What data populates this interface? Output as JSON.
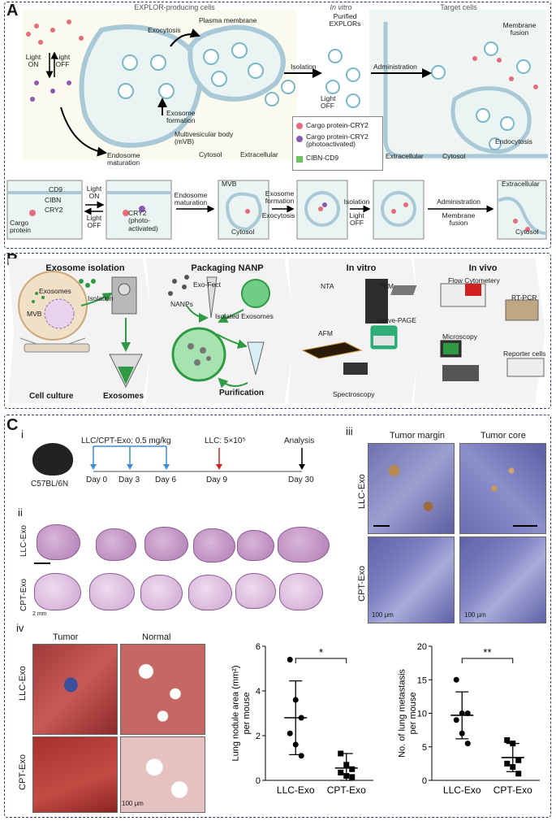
{
  "panels": {
    "a": "A",
    "b": "B",
    "c": "C"
  },
  "panel_a": {
    "header_producing": "EXPLOR-producing cells",
    "header_invitro": "In vitro",
    "header_target": "Target cells",
    "light_on": "Light ON",
    "light_off": "Light OFF",
    "plasma_membrane": "Plasma membrane",
    "exocytosis": "Exocytosis",
    "exosome_formation": "Exosome formation",
    "endosome_maturation": "Endosome maturation",
    "mvb": "Multivesicular body (mVB)",
    "cytosol_left": "Cytosol",
    "extracellular_left": "Extracellular",
    "isolation": "Isolation",
    "purified": "Purified EXPLORs",
    "light_off_2": "Light OFF",
    "administration": "Administration",
    "membrane_fusion": "Membrane fusion",
    "endocytosis": "Endocytosis",
    "extracellular_right": "Extracellular",
    "cytosol_right": "Cytosol",
    "legend": [
      "Cargo protein-CRY2",
      "Cargo protein-CRY2 (photoactivated)",
      "CIBN-CD9"
    ],
    "bottom_row": {
      "cd9": "CD9",
      "cibn": "CIBN",
      "cry2": "CRY2",
      "cargo": "Cargo protein",
      "light_on": "Light ON",
      "light_off": "Light OFF",
      "cry2_photo": "CRY2 (photo- activated)",
      "endosome_maturation": "Endosome maturation",
      "mvb": "MVB",
      "cytosol": "Cytosol",
      "exosome_formation": "Exosome formation",
      "exocytosis": "Exocytosis",
      "isolation": "Isolation",
      "light_off_2": "Light OFF",
      "administration": "Administration",
      "membrane_fusion": "Membrane fusion",
      "extracellular": "Extracellular",
      "cytosol_2": "Cytosol"
    }
  },
  "panel_b": {
    "sections": [
      {
        "title": "Exosome isolation"
      },
      {
        "title": "Packaging NANP"
      },
      {
        "title": "In vitro"
      },
      {
        "title": "In vivo"
      }
    ],
    "exosomes": "Exosomes",
    "isolation": "Isolation",
    "mvb": "MVB",
    "cell_culture": "Cell culture",
    "exosomes_bottom": "Exosomes",
    "exofect": "Exo-Fect",
    "nanps": "NANPs",
    "isolated_exosomes": "Isolated Exosomes",
    "purification": "Purification",
    "nta": "NTA",
    "tem": "TEM",
    "afm": "AFM",
    "native_page": "Native-PAGE",
    "spectroscopy": "Spectroscopy",
    "flow": "Flow Cytometery",
    "rtpcr": "RT-PCR",
    "microscopy": "Microscopy",
    "reporter": "Reporter cells"
  },
  "panel_c": {
    "sub_i": "i",
    "sub_ii": "ii",
    "sub_iii": "iii",
    "sub_iv": "iv",
    "strain": "C57BL/6N",
    "dose_label": "LLC/CPT-Exo: 0.5 mg/kg",
    "llc_label": "LLC: 5×10⁵",
    "analysis": "Analysis",
    "days": [
      "Day 0",
      "Day 3",
      "Day 6",
      "Day 9",
      "Day 30"
    ],
    "row_llc": "LLC-Exo",
    "row_cpt": "CPT-Exo",
    "scale_2mm": "2 mm",
    "tumor_margin": "Tumor margin",
    "tumor_core": "Tumor core",
    "scale_100": "100 μm",
    "tumor": "Tumor",
    "normal": "Normal"
  },
  "colors": {
    "panel_border": "#2c3e66",
    "cell_fill": "#e9f4f3",
    "timeline_blue": "#3a8fd6",
    "timeline_red": "#d22020"
  },
  "icons": [
    "mouse-icon",
    "centrifuge-icon",
    "tube-icon",
    "pipette-icon",
    "nta-instrument-icon",
    "tem-grid-icon",
    "afm-sample-icon",
    "gel-box-icon",
    "spectrometer-icon",
    "flow-cytometer-icon",
    "pcr-machine-icon",
    "microscope-icon",
    "plate-reader-icon"
  ],
  "chart_data": [
    {
      "type": "scatter",
      "categories": [
        "LLC-Exo",
        "CPT-Exo"
      ],
      "ylabel": "Lung nodule area (mm²) per mouse",
      "ylim": [
        0,
        6
      ],
      "yticks": [
        0,
        2,
        4,
        6
      ],
      "significance": "*",
      "series": [
        {
          "name": "LLC-Exo",
          "values": [
            5.4,
            3.6,
            2.8,
            2.1,
            1.6,
            1.1
          ],
          "mean": 2.8,
          "sd": 1.65
        },
        {
          "name": "CPT-Exo",
          "values": [
            1.2,
            0.7,
            0.5,
            0.35,
            0.2,
            0.15
          ],
          "mean": 0.55,
          "sd": 0.65
        }
      ]
    },
    {
      "type": "scatter",
      "categories": [
        "LLC-Exo",
        "CPT-Exo"
      ],
      "ylabel": "No. of lung metastasis per mouse",
      "ylim": [
        0,
        20
      ],
      "yticks": [
        0,
        5,
        10,
        15,
        20
      ],
      "significance": "**",
      "series": [
        {
          "name": "LLC-Exo",
          "values": [
            15,
            10,
            10,
            9,
            7,
            5.5
          ],
          "mean": 9.7,
          "sd": 3.5
        },
        {
          "name": "CPT-Exo",
          "values": [
            6,
            5.5,
            3,
            2.5,
            2,
            1
          ],
          "mean": 3.4,
          "sd": 2.1
        }
      ]
    }
  ]
}
